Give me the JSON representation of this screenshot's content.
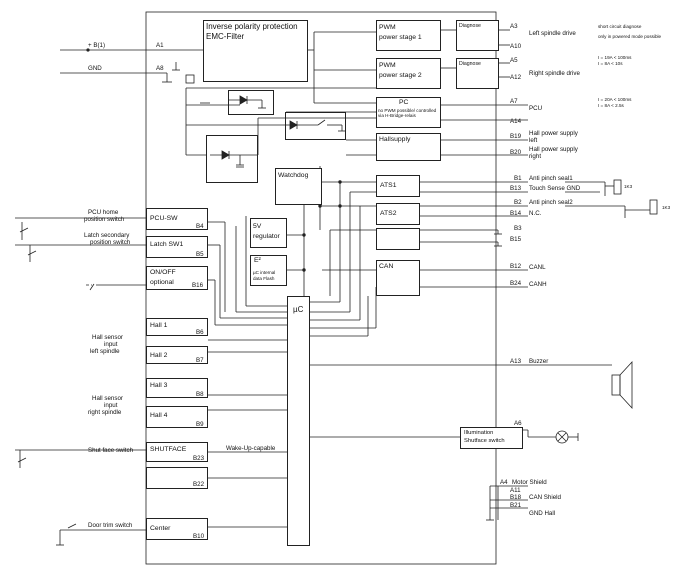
{
  "blocks": {
    "protection_title": "Inverse polarity protection",
    "emc_title": "EMC-Filter",
    "pwm1": [
      "PWM",
      "power stage 1"
    ],
    "pwm2": [
      "PWM",
      "power stage 2"
    ],
    "diagnose1": "Diagnose",
    "diagnose2": "Diagnose",
    "pc_title": "PC",
    "pc_note": "no PWM possible/ controlled via H-Bridge-relais",
    "hallsupply": "Hallsupply",
    "watchdog": "Watchdog",
    "ats1": "ATS1",
    "ats2": "ATS2",
    "can": "CAN",
    "regulator": [
      "5V",
      "regulator"
    ],
    "eeprom": "E²",
    "eeprom_note": [
      "µC internal",
      "data Flash"
    ],
    "uc": "µC",
    "pcu_sw": "PCU-SW",
    "latch": "Latch SW1",
    "onoff": [
      "ON/OFF",
      "optional"
    ],
    "hall1": "Hall 1",
    "hall2": "Hall 2",
    "hall3": "Hall 3",
    "hall4": "Hall 4",
    "shutface": "SHUTFACE",
    "center": "Center",
    "illum": [
      "Illumination",
      "Shutface switch"
    ],
    "wakeup": "Wake-Up-capable"
  },
  "pins": {
    "A1": "A1",
    "A8": "A8",
    "A3": "A3",
    "A10": "A10",
    "A5": "A5",
    "A12": "A12",
    "A7": "A7",
    "A14": "A14",
    "B19": "B19",
    "B20": "B20",
    "B1": "B1",
    "B13": "B13",
    "B2": "B2",
    "B14": "B14",
    "B3": "B3",
    "B15": "B15",
    "B12": "B12",
    "B24": "B24",
    "A13": "A13",
    "A6": "A6",
    "A4": "A4",
    "A11": "A11",
    "B18": "B18",
    "B21": "B21",
    "B4": "B4",
    "B5": "B5",
    "B16": "B16",
    "B6": "B6",
    "B7": "B7",
    "B8": "B8",
    "B9": "B9",
    "B23": "B23",
    "B22": "B22",
    "B10": "B10"
  },
  "left": {
    "supply": "+ B(1)",
    "gnd": "GND",
    "pcu_home": [
      "PCU home",
      "position switch"
    ],
    "latch_secondary": [
      "Latch secondary",
      "position switch"
    ],
    "hall_left": [
      "Hall sensor",
      "input",
      "left spindle"
    ],
    "hall_right": [
      "Hall sensor",
      "input",
      "right spindle"
    ],
    "shut_face_switch": "Shut face switch",
    "door_trim_switch": "Door trim switch"
  },
  "right": {
    "left_spindle": "Left spindle drive",
    "right_spindle": "Right spindle drive",
    "pcu": "PCU",
    "hall_power_left": [
      "Hall power supply",
      "left"
    ],
    "hall_power_right": [
      "Hall power supply",
      "right"
    ],
    "anti_pinch1": "Anti pinch seal1",
    "touch_sense": "Touch Sense GND",
    "anti_pinch2": "Anti pinch seal2",
    "nc": "N.C.",
    "canl": "CANL",
    "canh": "CANH",
    "buzzer": "Buzzer",
    "motor_shield": "Motor Shield",
    "can_shield": "CAN Shield",
    "gnd_hall": "GND Hall",
    "short_circuit": [
      "short circuit diagnose",
      "only in powered mode possible"
    ],
    "limits_spindle": [
      "I = 19A < 100ms",
      "I = 8A < 10s"
    ],
    "limits_pcu": [
      "I = 20A < 100ms",
      "I = 8A < 2.5s"
    ],
    "r1": "1K3",
    "r2": "1K3"
  }
}
